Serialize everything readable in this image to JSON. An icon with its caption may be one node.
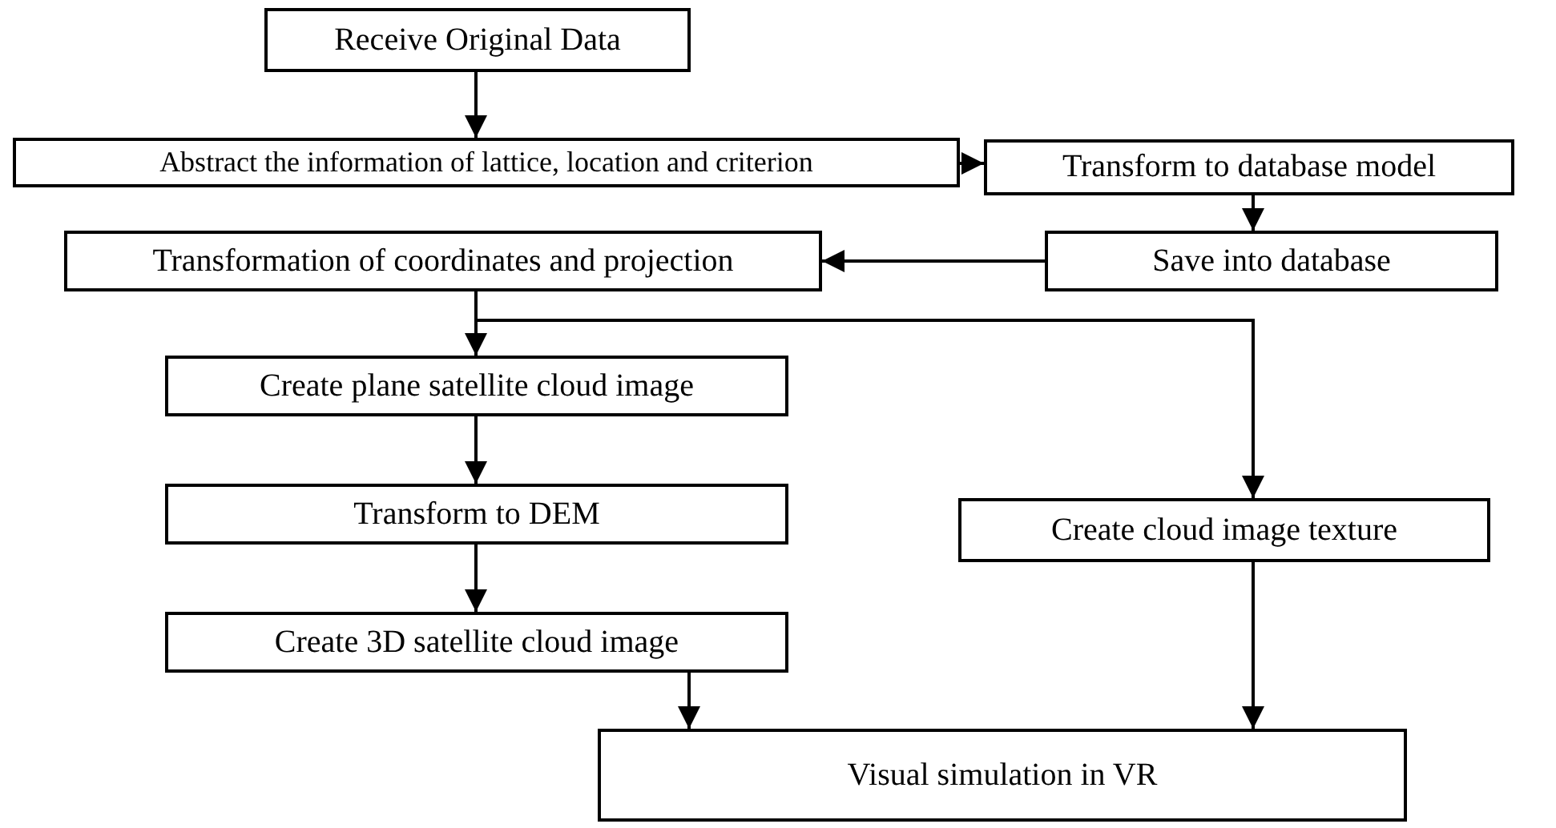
{
  "diagram": {
    "nodes": [
      {
        "text": [
          "Receive Original Data"
        ]
      },
      {
        "text": [
          "Abstract the information of lattice, location and criterion"
        ]
      },
      {
        "text": [
          "Transform to database model"
        ]
      },
      {
        "text": [
          "Transformation of coordinates and projection"
        ]
      },
      {
        "text": [
          "Save into database"
        ]
      },
      {
        "text": [
          "Create plane satellite cloud image"
        ]
      },
      {
        "text": [
          "Transform to DEM"
        ]
      },
      {
        "text": [
          "Create cloud image texture"
        ]
      },
      {
        "text": [
          "Create 3D satellite cloud image"
        ]
      },
      {
        "text": [
          "Visual simulation in VR"
        ]
      }
    ],
    "edges": [
      {
        "from": 0,
        "to": 1,
        "arrow": "to"
      },
      {
        "from": 1,
        "to": 2,
        "arrow": "to"
      },
      {
        "from": 2,
        "to": 4,
        "arrow": "to"
      },
      {
        "from": 4,
        "to": 3,
        "arrow": "to"
      },
      {
        "from": 3,
        "to": 5,
        "arrow": "to"
      },
      {
        "from": 3,
        "to": 7,
        "arrow": "to"
      },
      {
        "from": 5,
        "to": 6,
        "arrow": "to"
      },
      {
        "from": 6,
        "to": 8,
        "arrow": "to"
      },
      {
        "from": 8,
        "to": 9,
        "arrow": "to"
      },
      {
        "from": 7,
        "to": 9,
        "arrow": "to"
      }
    ]
  }
}
